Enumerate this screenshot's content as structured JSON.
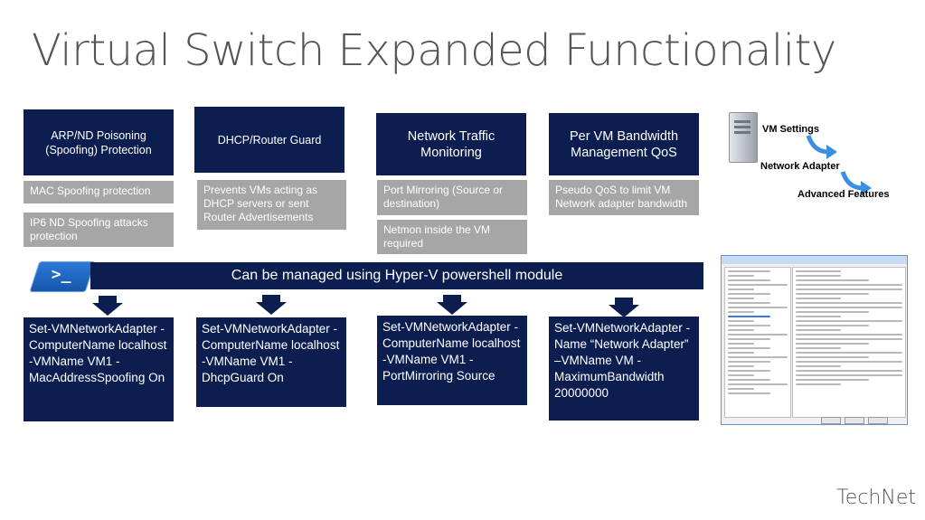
{
  "slide": {
    "title": "Virtual Switch Expanded Functionality",
    "footer": "TechNet"
  },
  "features": [
    {
      "heading": "ARP/ND Poisoning (Spoofing) Protection",
      "notes": [
        "MAC Spoofing protection",
        "IP6 ND Spoofing attacks protection"
      ],
      "command": "Set-VMNetworkAdapter -ComputerName localhost -VMName VM1 -MacAddressSpoofing On"
    },
    {
      "heading": "DHCP/Router Guard",
      "notes": [
        "Prevents VMs acting as DHCP servers or sent Router Advertisements"
      ],
      "command": " Set-VMNetworkAdapter -ComputerName localhost -VMName VM1 -DhcpGuard On"
    },
    {
      "heading": "Network Traffic Monitoring",
      "notes": [
        "Port Mirroring (Source or destination)",
        "Netmon inside the VM required"
      ],
      "command": "Set-VMNetworkAdapter -ComputerName localhost -VMName VM1 -PortMirroring Source"
    },
    {
      "heading": "Per VM Bandwidth Management QoS",
      "notes": [
        "Pseudo QoS to limit VM Network adapter bandwidth"
      ],
      "command": "Set-VMNetworkAdapter -Name “Network Adapter” –VMName VM -MaximumBandwidth 20000000"
    }
  ],
  "banner": "Can be managed using Hyper-V powershell module",
  "settings_path": [
    "VM Settings",
    "Network Adapter",
    "Advanced Features"
  ],
  "icons": [
    "powershell-logo-icon",
    "server-icon",
    "curved-arrow-icon",
    "down-arrow-icon"
  ],
  "colors": {
    "navy": "#0c1e50",
    "grey": "#a6a6a6",
    "title": "#555555"
  }
}
